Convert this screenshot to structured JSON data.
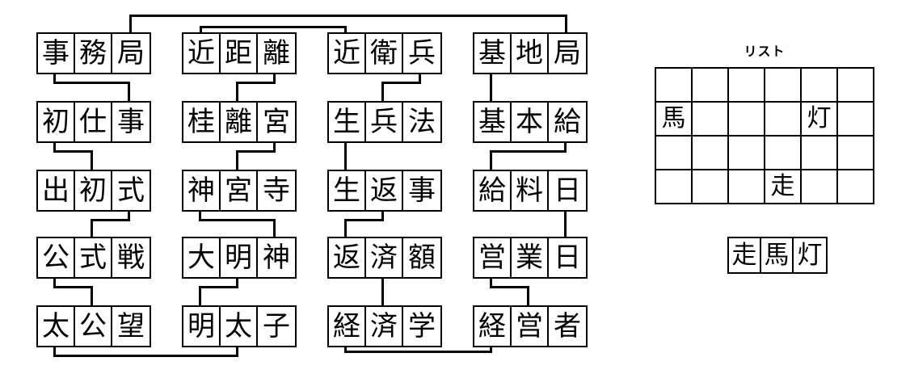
{
  "puzzle": {
    "title_hidden": "",
    "columns": [
      {
        "id": "col1",
        "words": [
          {
            "id": "c1r1",
            "cells": [
              "事",
              "務",
              "局"
            ]
          },
          {
            "id": "c1r2",
            "cells": [
              "初",
              "仕",
              "事"
            ]
          },
          {
            "id": "c1r3",
            "cells": [
              "出",
              "初",
              "式"
            ]
          },
          {
            "id": "c1r4",
            "cells": [
              "公",
              "式",
              "戦"
            ]
          },
          {
            "id": "c1r5",
            "cells": [
              "太",
              "公",
              "望"
            ]
          }
        ]
      },
      {
        "id": "col2",
        "words": [
          {
            "id": "c2r1",
            "cells": [
              "近",
              "距",
              "離"
            ]
          },
          {
            "id": "c2r2",
            "cells": [
              "桂",
              "離",
              "宮"
            ]
          },
          {
            "id": "c2r3",
            "cells": [
              "神",
              "宮",
              "寺"
            ]
          },
          {
            "id": "c2r4",
            "cells": [
              "大",
              "明",
              "神"
            ]
          },
          {
            "id": "c2r5",
            "cells": [
              "明",
              "太",
              "子"
            ]
          }
        ]
      },
      {
        "id": "col3",
        "words": [
          {
            "id": "c3r1",
            "cells": [
              "近",
              "衛",
              "兵"
            ]
          },
          {
            "id": "c3r2",
            "cells": [
              "生",
              "兵",
              "法"
            ]
          },
          {
            "id": "c3r3",
            "cells": [
              "生",
              "返",
              "事"
            ]
          },
          {
            "id": "c3r4",
            "cells": [
              "返",
              "済",
              "額"
            ]
          },
          {
            "id": "c3r5",
            "cells": [
              "経",
              "済",
              "学"
            ]
          }
        ]
      },
      {
        "id": "col4",
        "words": [
          {
            "id": "c4r1",
            "cells": [
              "基",
              "地",
              "局"
            ]
          },
          {
            "id": "c4r2",
            "cells": [
              "基",
              "本",
              "給"
            ]
          },
          {
            "id": "c4r3",
            "cells": [
              "給",
              "料",
              "日"
            ]
          },
          {
            "id": "c4r4",
            "cells": [
              "営",
              "業",
              "日"
            ]
          },
          {
            "id": "c4r5",
            "cells": [
              "経",
              "営",
              "者"
            ]
          }
        ]
      }
    ]
  },
  "list_panel": {
    "title": "リスト",
    "grid": {
      "rows": 4,
      "cols": 6,
      "cells": [
        [
          "",
          "",
          "",
          "",
          "",
          ""
        ],
        [
          "馬",
          "",
          "",
          "",
          "灯",
          ""
        ],
        [
          "",
          "",
          "",
          "",
          "",
          ""
        ],
        [
          "",
          "",
          "",
          "走",
          "",
          ""
        ]
      ]
    },
    "answer": {
      "cells": [
        "走",
        "馬",
        "灯"
      ]
    }
  },
  "colors": {
    "ink": "#000000",
    "paper": "#ffffff"
  }
}
